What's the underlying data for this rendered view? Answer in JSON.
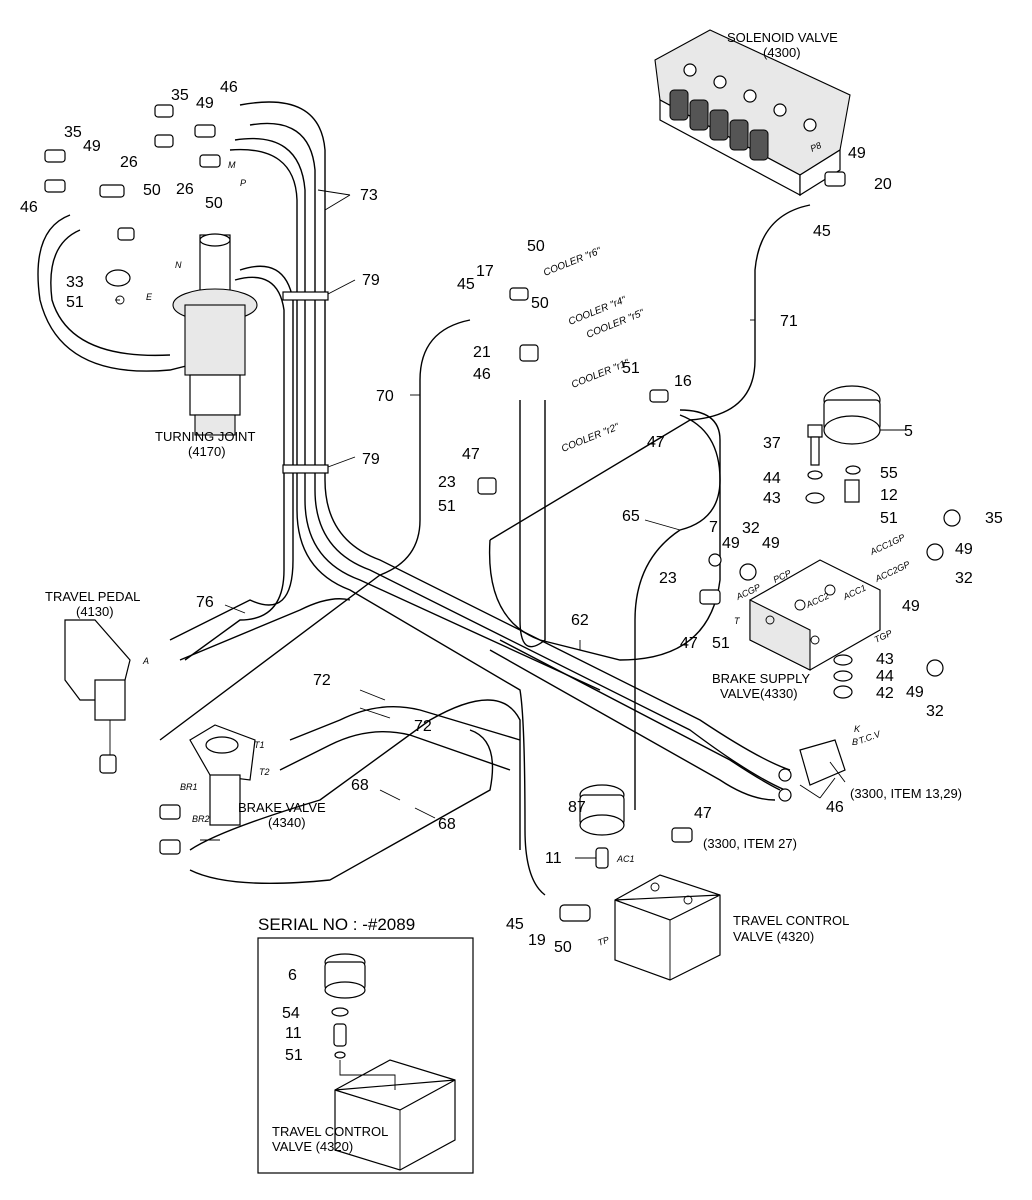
{
  "captions": {
    "solenoid_valve": "SOLENOID VALVE",
    "solenoid_valve_code": "(4300)",
    "turning_joint": "TURNING JOINT",
    "turning_joint_code": "(4170)",
    "travel_pedal": "TRAVEL PEDAL",
    "travel_pedal_code": "(4130)",
    "brake_supply_valve": "BRAKE SUPPLY",
    "brake_supply_valve_code": "VALVE(4330)",
    "brake_valve": "BRAKE VALVE",
    "brake_valve_code": "(4340)",
    "travel_control_valve": "TRAVEL CONTROL",
    "travel_control_valve_code": "VALVE (4320)",
    "item_13_29": "(3300, ITEM 13,29)",
    "item_27": "(3300, ITEM 27)",
    "serial_no": "SERIAL NO : -#2089",
    "inset_tcv": "TRAVEL CONTROL",
    "inset_tcv_code": "VALVE (4320)"
  },
  "port_labels": {
    "cooler_r6": "COOLER \"r6\"",
    "cooler_r4": "COOLER \"r4\"",
    "cooler_r5": "COOLER \"r5\"",
    "cooler_r1": "COOLER \"r1\"",
    "cooler_r2": "COOLER \"r2\"",
    "acc1gp": "ACC1GP",
    "acc2gp": "ACC2GP",
    "acgp": "ACGP",
    "pcp": "PCP",
    "acc2": "ACC2",
    "acc1": "ACC1",
    "tgp": "TGP",
    "t": "T",
    "tcv": "T.C.V",
    "ac1": "AC1",
    "tp": "TP",
    "p8": "P8",
    "br1": "BR1",
    "br2": "BR2",
    "t1": "T1",
    "t2": "T2",
    "a": "A",
    "b": "B",
    "k": "K",
    "m": "M",
    "n": "N",
    "p": "P",
    "e": "E"
  },
  "callouts": [
    {
      "id": "c35a",
      "text": "35"
    },
    {
      "id": "c49a",
      "text": "49"
    },
    {
      "id": "c46a",
      "text": "46"
    },
    {
      "id": "c35b",
      "text": "35"
    },
    {
      "id": "c49b",
      "text": "49"
    },
    {
      "id": "c26a",
      "text": "26"
    },
    {
      "id": "c26b",
      "text": "26"
    },
    {
      "id": "c50a",
      "text": "50"
    },
    {
      "id": "c50b",
      "text": "50"
    },
    {
      "id": "c46b",
      "text": "46"
    },
    {
      "id": "c73",
      "text": "73"
    },
    {
      "id": "c33",
      "text": "33"
    },
    {
      "id": "c51a",
      "text": "51"
    },
    {
      "id": "c79a",
      "text": "79"
    },
    {
      "id": "c79b",
      "text": "79"
    },
    {
      "id": "c50c",
      "text": "50"
    },
    {
      "id": "c45a",
      "text": "45"
    },
    {
      "id": "c17",
      "text": "17"
    },
    {
      "id": "c50d",
      "text": "50"
    },
    {
      "id": "c21",
      "text": "21"
    },
    {
      "id": "c46c",
      "text": "46"
    },
    {
      "id": "c70",
      "text": "70"
    },
    {
      "id": "c51b",
      "text": "51"
    },
    {
      "id": "c16",
      "text": "16"
    },
    {
      "id": "c47a",
      "text": "47"
    },
    {
      "id": "c47b",
      "text": "47"
    },
    {
      "id": "c23a",
      "text": "23"
    },
    {
      "id": "c51c",
      "text": "51"
    },
    {
      "id": "c49c",
      "text": "49"
    },
    {
      "id": "c20",
      "text": "20"
    },
    {
      "id": "c45b",
      "text": "45"
    },
    {
      "id": "c71",
      "text": "71"
    },
    {
      "id": "c5",
      "text": "5"
    },
    {
      "id": "c37",
      "text": "37"
    },
    {
      "id": "c44a",
      "text": "44"
    },
    {
      "id": "c55",
      "text": "55"
    },
    {
      "id": "c43a",
      "text": "43"
    },
    {
      "id": "c12",
      "text": "12"
    },
    {
      "id": "c51d",
      "text": "51"
    },
    {
      "id": "c35c",
      "text": "35"
    },
    {
      "id": "c49d",
      "text": "49"
    },
    {
      "id": "c32a",
      "text": "32"
    },
    {
      "id": "c49e",
      "text": "49"
    },
    {
      "id": "c65",
      "text": "65"
    },
    {
      "id": "c7",
      "text": "7"
    },
    {
      "id": "c32b",
      "text": "32"
    },
    {
      "id": "c49f",
      "text": "49"
    },
    {
      "id": "c23b",
      "text": "23"
    },
    {
      "id": "c47c",
      "text": "47"
    },
    {
      "id": "c51e",
      "text": "51"
    },
    {
      "id": "c62",
      "text": "62"
    },
    {
      "id": "c43b",
      "text": "43"
    },
    {
      "id": "c44b",
      "text": "44"
    },
    {
      "id": "c42",
      "text": "42"
    },
    {
      "id": "c49g",
      "text": "49"
    },
    {
      "id": "c32c",
      "text": "32"
    },
    {
      "id": "c76",
      "text": "76"
    },
    {
      "id": "c72a",
      "text": "72"
    },
    {
      "id": "c72b",
      "text": "72"
    },
    {
      "id": "c68a",
      "text": "68"
    },
    {
      "id": "c68b",
      "text": "68"
    },
    {
      "id": "c46d",
      "text": "46"
    },
    {
      "id": "c87",
      "text": "87"
    },
    {
      "id": "c47d",
      "text": "47"
    },
    {
      "id": "c11a",
      "text": "11"
    },
    {
      "id": "c45c",
      "text": "45"
    },
    {
      "id": "c19",
      "text": "19"
    },
    {
      "id": "c50e",
      "text": "50"
    },
    {
      "id": "c6",
      "text": "6"
    },
    {
      "id": "c54",
      "text": "54"
    },
    {
      "id": "c11b",
      "text": "11"
    },
    {
      "id": "c51f",
      "text": "51"
    }
  ]
}
